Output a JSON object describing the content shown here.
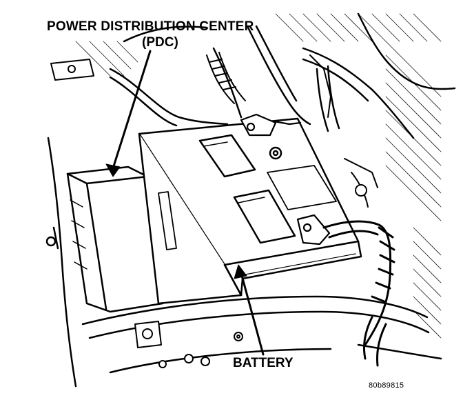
{
  "labels": {
    "pdc_line1": "POWER DISTRIBUTION CENTER",
    "pdc_line2": "(PDC)",
    "battery": "BATTERY",
    "figure_code": "80b89815"
  },
  "colors": {
    "ink": "#000000",
    "paper": "#ffffff"
  }
}
